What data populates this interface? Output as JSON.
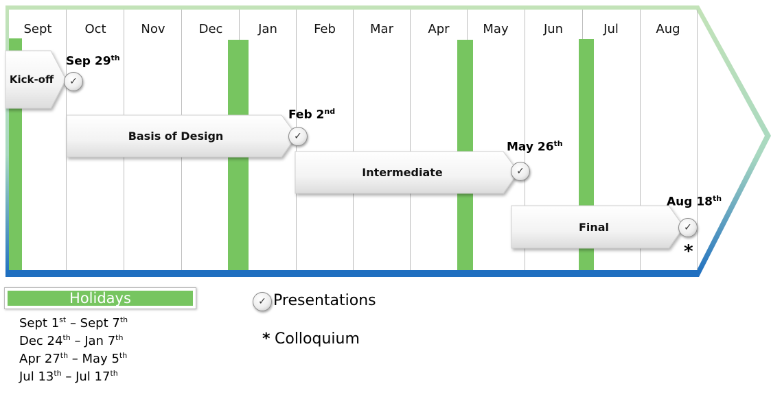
{
  "months": [
    "Sept",
    "Oct",
    "Nov",
    "Dec",
    "Jan",
    "Feb",
    "Mar",
    "Apr",
    "May",
    "Jun",
    "Jul",
    "Aug"
  ],
  "phases": [
    {
      "label": "Kick-off"
    },
    {
      "label": "Basis of Design"
    },
    {
      "label": "Intermediate"
    },
    {
      "label": "Final"
    }
  ],
  "milestones": [
    {
      "day": "Sep 29",
      "suffix": "th"
    },
    {
      "day": "Feb 2",
      "suffix": "nd"
    },
    {
      "day": "May 26",
      "suffix": "th"
    },
    {
      "day": "Aug 18",
      "suffix": "th"
    }
  ],
  "check_symbol": "✓",
  "asterisk_symbol": "*",
  "legend": {
    "holidays_title": "Holidays",
    "holiday_ranges": [
      {
        "a": "Sept 1",
        "a_sup": "st",
        "sep": " – ",
        "b": "Sept 7",
        "b_sup": "th"
      },
      {
        "a": "Dec 24",
        "a_sup": "th",
        "sep": " – ",
        "b": "Jan 7",
        "b_sup": "th"
      },
      {
        "a": "Apr 27",
        "a_sup": "th",
        "sep": " – ",
        "b": "May 5",
        "b_sup": "th"
      },
      {
        "a": "Jul 13",
        "a_sup": "th",
        "sep": " – ",
        "b": "Jul 17",
        "b_sup": "th"
      }
    ],
    "presentations_label": "Presentations",
    "colloquium_label": "Colloquium"
  },
  "colors": {
    "holiday_green": "#77c560",
    "top_border_green": "#b8dcae",
    "bottom_border_blue": "#1f6fc0",
    "grid_line": "#bdbdbd"
  }
}
